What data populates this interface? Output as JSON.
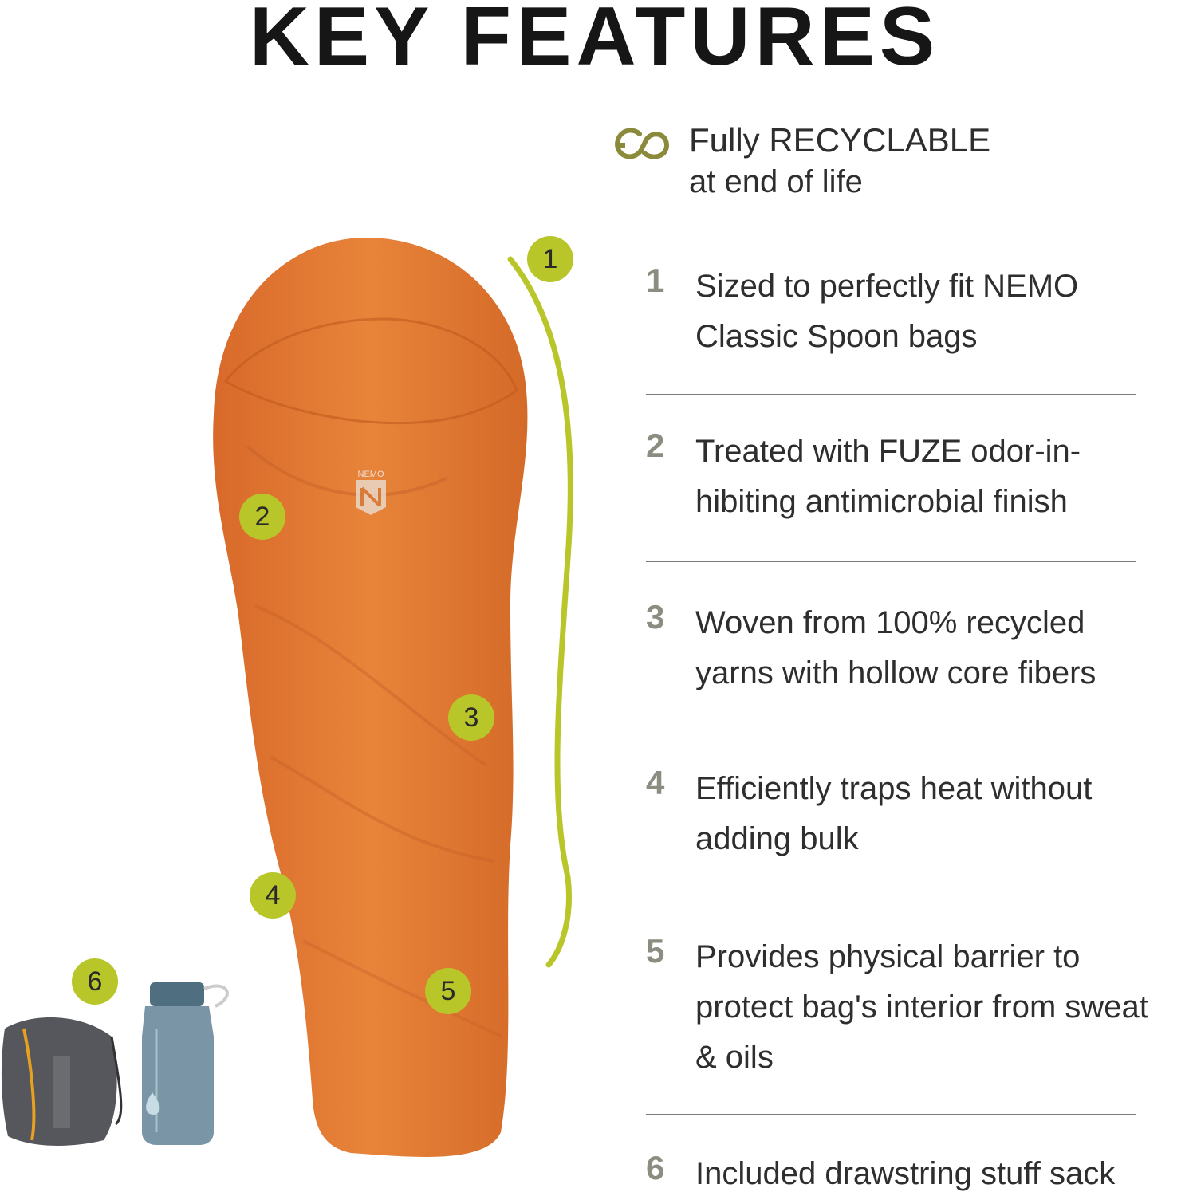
{
  "title": "KEY FEATURES",
  "recyclable": {
    "line1": "Fully RECYCLABLE",
    "line2": "at end of life",
    "icon": "recycle-loop-icon"
  },
  "features": [
    {
      "num": "1",
      "text": "Sized to perfectly fit NEMO\nClassic Spoon bags"
    },
    {
      "num": "2",
      "text": "Treated with FUZE odor-in-\nhibiting antimicrobial finish"
    },
    {
      "num": "3",
      "text": "Woven from 100% recycled\nyarns with hollow core fibers"
    },
    {
      "num": "4",
      "text": "Efficiently traps heat without\nadding bulk"
    },
    {
      "num": "5",
      "text": "Provides physical barrier to\nprotect bag's interior from sweat\n& oils"
    },
    {
      "num": "6",
      "text": "Included drawstring stuff sack"
    }
  ],
  "badges": [
    "1",
    "2",
    "3",
    "4",
    "5",
    "6"
  ],
  "brand": {
    "logo_text": "NEMO"
  },
  "colors": {
    "accent": "#b8c62a",
    "liner": "#e07a30",
    "icon": "#8a8a3a"
  }
}
